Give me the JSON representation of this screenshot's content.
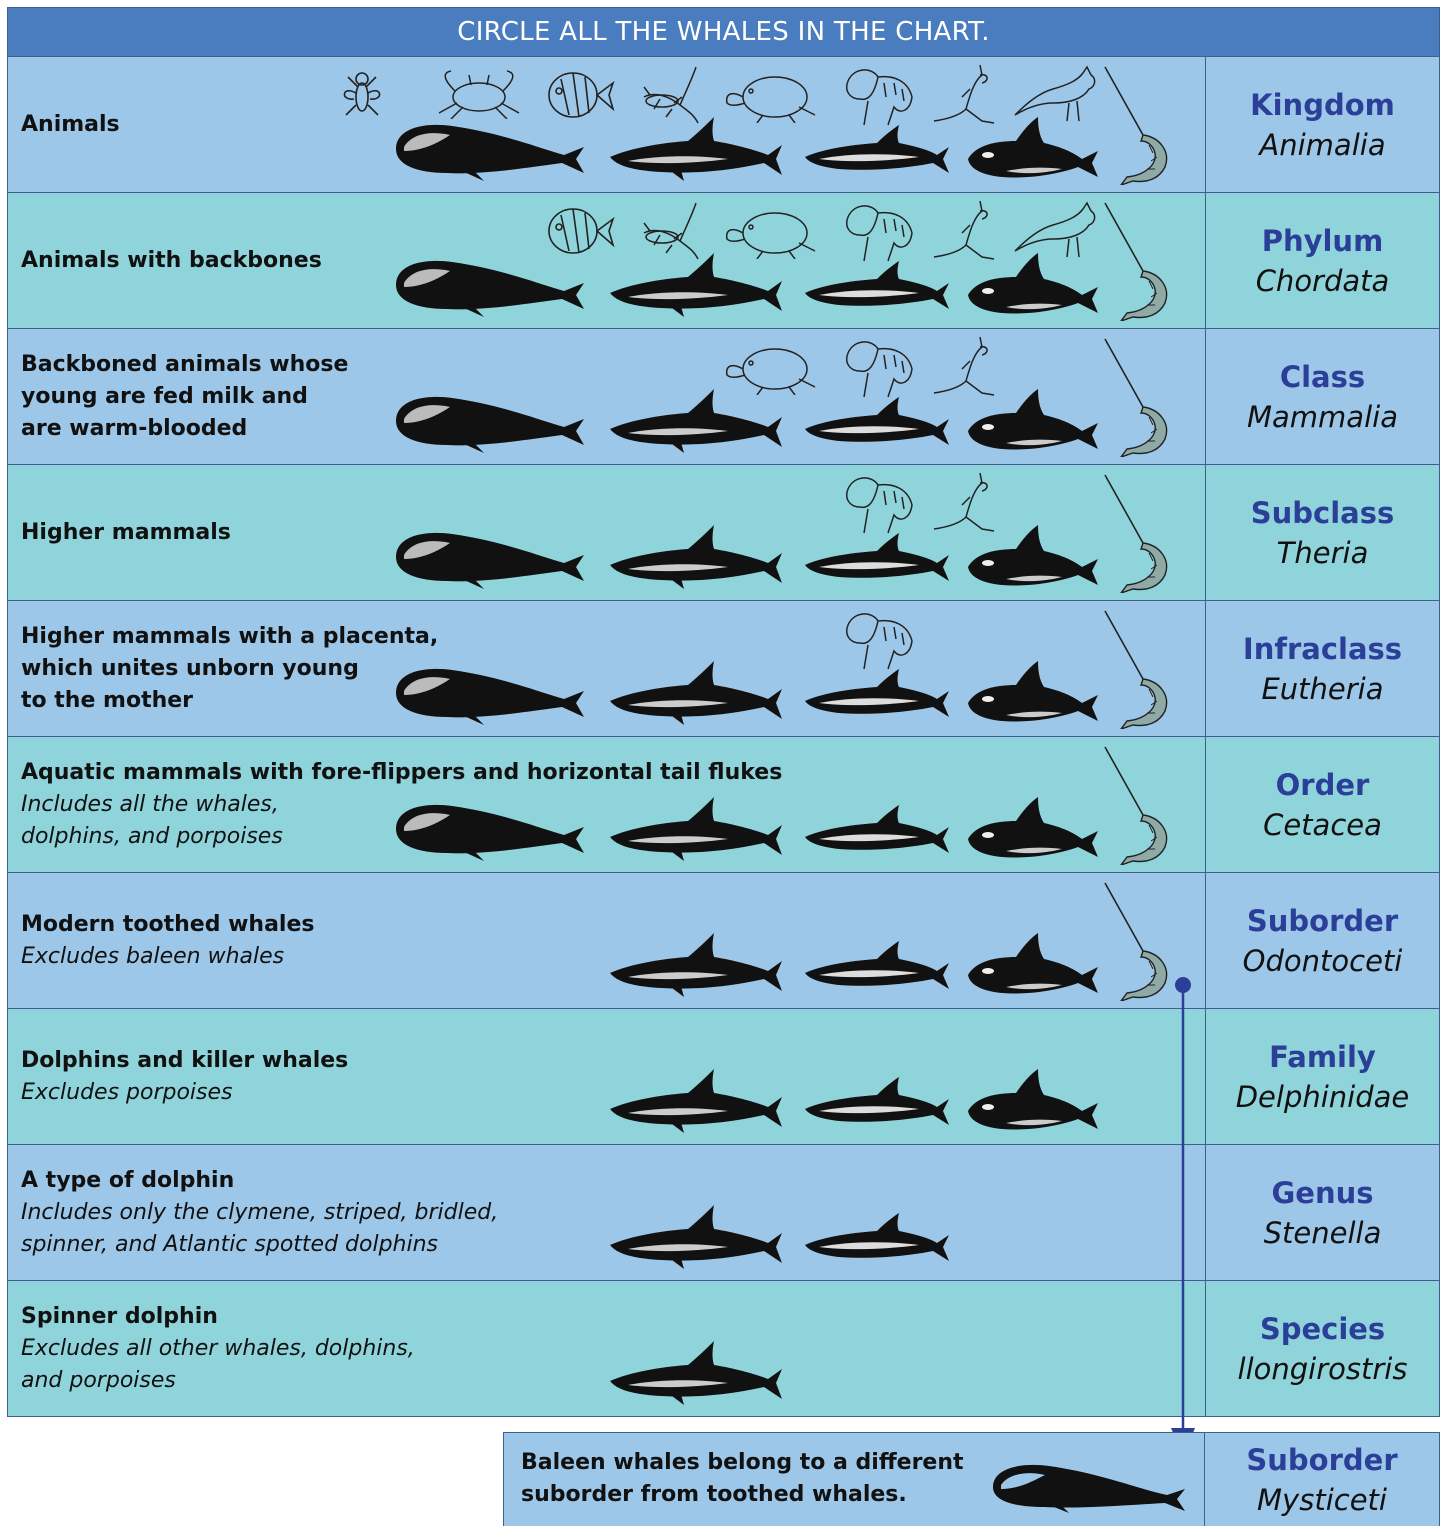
{
  "header": {
    "title": "CIRCLE ALL THE WHALES IN THE CHART."
  },
  "rows": [
    {
      "title": "Animals",
      "note": "",
      "rank": "Kingdom",
      "taxon": "Animalia",
      "shade": "blue",
      "animals": [
        "fly",
        "crab",
        "fish",
        "lizard",
        "platypus",
        "tiger",
        "kangaroo",
        "bird",
        "right-whale",
        "dolphin-a",
        "dolphin-b",
        "orca",
        "narwhal"
      ]
    },
    {
      "title": "Animals with backbones",
      "note": "",
      "rank": "Phylum",
      "taxon": "Chordata",
      "shade": "teal",
      "animals": [
        "fish",
        "lizard",
        "platypus",
        "tiger",
        "kangaroo",
        "bird",
        "right-whale",
        "dolphin-a",
        "dolphin-b",
        "orca",
        "narwhal"
      ]
    },
    {
      "title": "Backboned animals whose\nyoung are fed milk and\nare warm-blooded",
      "note": "",
      "rank": "Class",
      "taxon": "Mammalia",
      "shade": "blue",
      "animals": [
        "platypus",
        "tiger",
        "kangaroo",
        "right-whale",
        "dolphin-a",
        "dolphin-b",
        "orca",
        "narwhal"
      ]
    },
    {
      "title": "Higher mammals",
      "note": "",
      "rank": "Subclass",
      "taxon": "Theria",
      "shade": "teal",
      "animals": [
        "tiger",
        "kangaroo",
        "right-whale",
        "dolphin-a",
        "dolphin-b",
        "orca",
        "narwhal"
      ]
    },
    {
      "title": "Higher mammals with a placenta,\nwhich unites unborn young\nto the mother",
      "note": "",
      "rank": "Infraclass",
      "taxon": "Eutheria",
      "shade": "blue",
      "animals": [
        "tiger",
        "right-whale",
        "dolphin-a",
        "dolphin-b",
        "orca",
        "narwhal"
      ]
    },
    {
      "title": "Aquatic mammals with fore-flippers and horizontal tail flukes",
      "note": "Includes all the whales,\ndolphins, and porpoises",
      "rank": "Order",
      "taxon": "Cetacea",
      "shade": "teal",
      "animals": [
        "right-whale",
        "dolphin-a",
        "dolphin-b",
        "orca",
        "narwhal"
      ]
    },
    {
      "title": "Modern toothed whales",
      "note": "Excludes baleen whales",
      "rank": "Suborder",
      "taxon": "Odontoceti",
      "shade": "blue",
      "animals": [
        "dolphin-a",
        "dolphin-b",
        "orca",
        "narwhal"
      ]
    },
    {
      "title": "Dolphins and killer whales",
      "note": "Excludes porpoises",
      "rank": "Family",
      "taxon": "Delphinidae",
      "shade": "teal",
      "animals": [
        "dolphin-a",
        "dolphin-b",
        "orca"
      ]
    },
    {
      "title": "A type of dolphin",
      "note": "Includes only the clymene, striped, bridled,\nspinner, and Atlantic spotted dolphins",
      "rank": "Genus",
      "taxon": "Stenella",
      "shade": "blue",
      "animals": [
        "dolphin-a",
        "dolphin-b"
      ]
    },
    {
      "title": "Spinner dolphin",
      "note": "Excludes all other whales, dolphins,\nand porpoises",
      "rank": "Species",
      "taxon": "llongirostris",
      "shade": "teal",
      "animals": [
        "dolphin-a"
      ]
    }
  ],
  "baleen": {
    "text": "Baleen whales belong to a different\nsuborder from toothed whales.",
    "rank": "Suborder",
    "taxon": "Mysticeti"
  },
  "colors": {
    "header": "#4a7cc0",
    "blue_row": "#9dc7e8",
    "teal_row": "#90d4db",
    "rank": "#2b3f98",
    "connector": "#2b3f98"
  }
}
